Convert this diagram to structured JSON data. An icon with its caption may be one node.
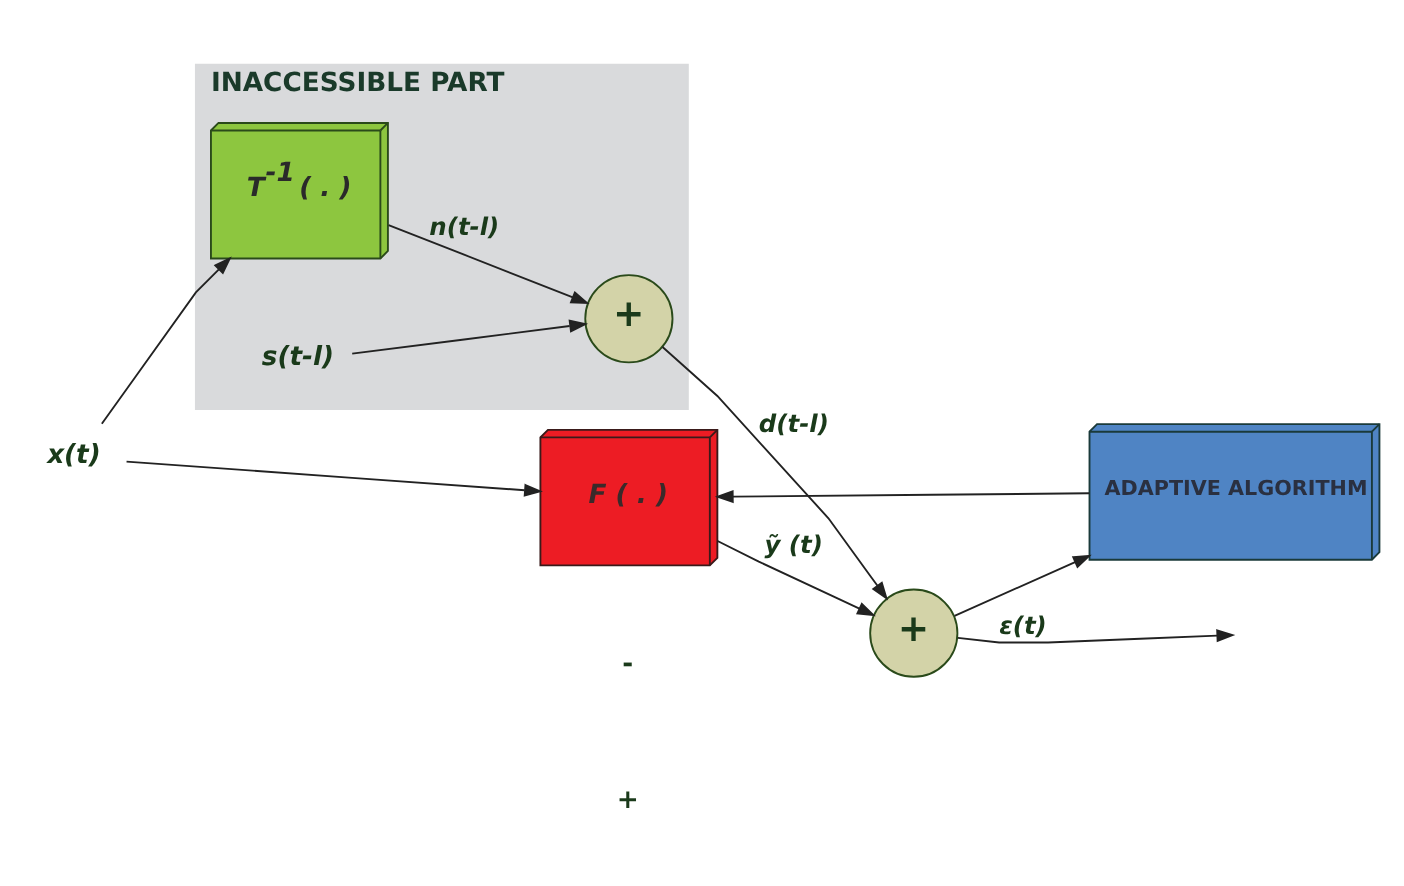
{
  "diagram": {
    "nodes": [
      {
        "text": [
          "x(t)"
        ]
      },
      {
        "text": [
          "INACCESSIBLE PART"
        ]
      },
      {
        "text": [
          "T$^{-1}$ ( . )"
        ],
        "in": 1
      },
      {
        "text": [
          "s(t-l)"
        ],
        "in": 1
      },
      {
        "text": [
          "+"
        ],
        "in": 1
      },
      {
        "text": [
          "+"
        ]
      },
      {
        "text": [
          "F ( . )"
        ]
      },
      {
        "text": [
          "ADAPTIVE ALGORITHM"
        ]
      }
    ],
    "edges": [
      {
        "from": 0,
        "to": 2,
        "arrow": "to"
      },
      {
        "from": 0,
        "to": 6,
        "arrow": "to"
      },
      {
        "from": 2,
        "to": 4,
        "arrow": "to",
        "label": "n(t-l)"
      },
      {
        "from": 3,
        "to": 4,
        "arrow": "to"
      },
      {
        "from": 4,
        "to": 5,
        "arrow": "to",
        "label": "d(t-l)"
      },
      {
        "from": 6,
        "to": 5,
        "arrow": "to",
        "label": "ỹ (t)"
      },
      {
        "from": 5,
        "to": null,
        "arrow": "to",
        "label": "ε(t)"
      },
      {
        "from": 5,
        "to": 7,
        "arrow": "to"
      },
      {
        "from": 7,
        "to": 6,
        "arrow": "to"
      }
    ],
    "labels": [
      "+",
      "-"
    ]
  }
}
